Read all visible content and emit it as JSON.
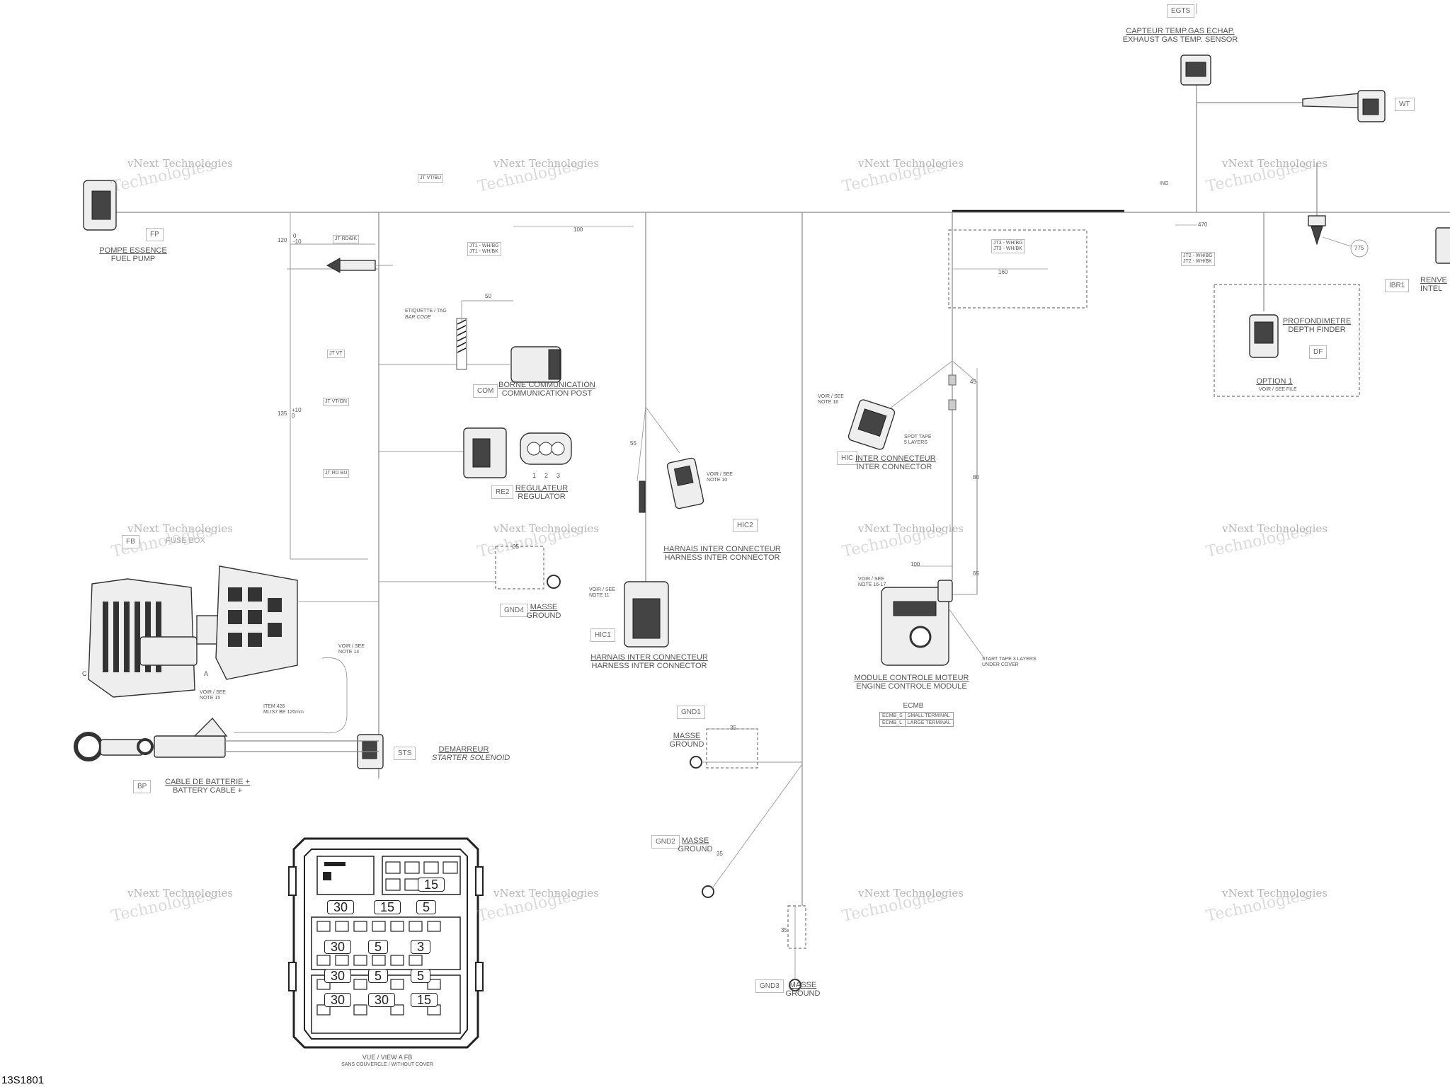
{
  "figure_id": "13S1801",
  "watermark": {
    "line1": "vNext Technologies",
    "line2": "Technologies"
  },
  "components": {
    "egts": {
      "code": "EGTS",
      "fr": "CAPTEUR TEMP.GAS ECHAP.",
      "en": "EXHAUST GAS TEMP. SENSOR"
    },
    "wt": {
      "code": "WT"
    },
    "fp": {
      "code": "FP",
      "fr": "POMPE ESSENCE",
      "en": "FUEL PUMP"
    },
    "com": {
      "code": "COM",
      "fr": "BORNE COMMUNICATION",
      "en": "COMMUNICATION POST"
    },
    "re2": {
      "code": "RE2",
      "fr": "REGULATEUR",
      "en": "REGULATOR",
      "pins": [
        "1",
        "2",
        "3"
      ]
    },
    "hic": {
      "code": "HIC",
      "fr": "INTER CONNECTEUR",
      "en": "INTER CONNECTOR"
    },
    "hic2": {
      "code": "HIC2",
      "fr": "HARNAIS INTER CONNECTEUR",
      "en": "HARNESS INTER CONNECTOR"
    },
    "hic1": {
      "code": "HIC1",
      "fr": "HARNAIS INTER CONNECTEUR",
      "en": "HARNESS INTER CONNECTOR"
    },
    "gnd4": {
      "code": "GND4",
      "fr": "MASSE",
      "en": "GROUND"
    },
    "gnd1": {
      "code": "GND1",
      "fr": "MASSE",
      "en": "GROUND"
    },
    "gnd2": {
      "code": "GND2",
      "fr": "MASSE",
      "en": "GROUND"
    },
    "gnd3": {
      "code": "GND3",
      "fr": "MASSE",
      "en": "GROUND"
    },
    "ecm": {
      "fr": "MODULE CONTROLE MOTEUR",
      "en": "ENGINE CONTROLE MODULE",
      "code": "ECMB",
      "rows": [
        {
          "code": "ECMB_S",
          "desc": "SMALL TERMINAL"
        },
        {
          "code": "ECMB_L",
          "desc": "LARGE TERMINAL"
        }
      ]
    },
    "df": {
      "code": "DF",
      "fr": "PROFONDIMETRE",
      "en": "DEPTH FINDER",
      "option": "OPTION 1",
      "option_note": "VOIR / SEE FILE"
    },
    "ibr1": {
      "code": "IBR1",
      "fr_partial": "RENVE",
      "en_partial": "INTEL"
    },
    "fb": {
      "code": "FB",
      "label_partial": "FUSE BOX"
    },
    "sts": {
      "code": "STS",
      "fr": "DEMARREUR",
      "en": "STARTER SOLENOID"
    },
    "bp": {
      "code": "BP",
      "fr": "CABLE DE BATTERIE +",
      "en": "BATTERY CABLE +"
    },
    "view_a": {
      "title": "VUE / VIEW A     FB",
      "subtitle": "SANS COUVERCLE / WITHOUT COVER"
    }
  },
  "notes": {
    "tag": "ETIQUETTE / TAG",
    "barcode": "BAR CODE",
    "note10": "VOIR / SEE\nNOTE 10",
    "note11": "VOIR / SEE\nNOTE 11",
    "note14": "VOIR / SEE\nNOTE 14",
    "note15": "VOIR / SEE\nNOTE 15",
    "note16": "VOIR / SEE\nNOTE 16",
    "note1617": "VOIR / SEE\nNOTE 16-17",
    "spot_tape": "SPOT TAPE\n5 LAYERS",
    "start_tape": "START TAPE 3 LAYERS\nUNDER COVER",
    "item426": "ITEM 426\nMLIS7 BE 120mm",
    "point_a": "A",
    "point_c": "C",
    "ing": "ING"
  },
  "wire_tags": {
    "jt_vt_bu": "JT VT/BU",
    "jt_rd_bk": "JT RD/BK",
    "jt1": "JT1 - WH/BG\nJT1 - WH/BK",
    "jt_vt": "JT VT",
    "jt_vt_gn": "JT VT/GN",
    "jt_rd_bu": "JT RD BU",
    "jt3": "JT3 - WH/BG\nJT3 - WH/BK",
    "jt2": "JT2 - WH/BG\nJT2 - WH/BK"
  },
  "dimensions": {
    "d120": "120",
    "d120_tol": "0\n-10",
    "d135": "135",
    "d135_tol": "+10\n0",
    "d100a": "100",
    "d50": "50",
    "d55": "55",
    "d160": "160",
    "d45": "45",
    "d80": "80",
    "d65": "65",
    "d100b": "100",
    "d470": "470",
    "d775": "775",
    "d35a": "35",
    "d35b": "35",
    "d35c": "35",
    "d35d": "35"
  },
  "fuses": [
    "15",
    "30",
    "15",
    "5",
    "30",
    "5",
    "3",
    "30",
    "5",
    "5",
    "30",
    "30",
    "15"
  ]
}
